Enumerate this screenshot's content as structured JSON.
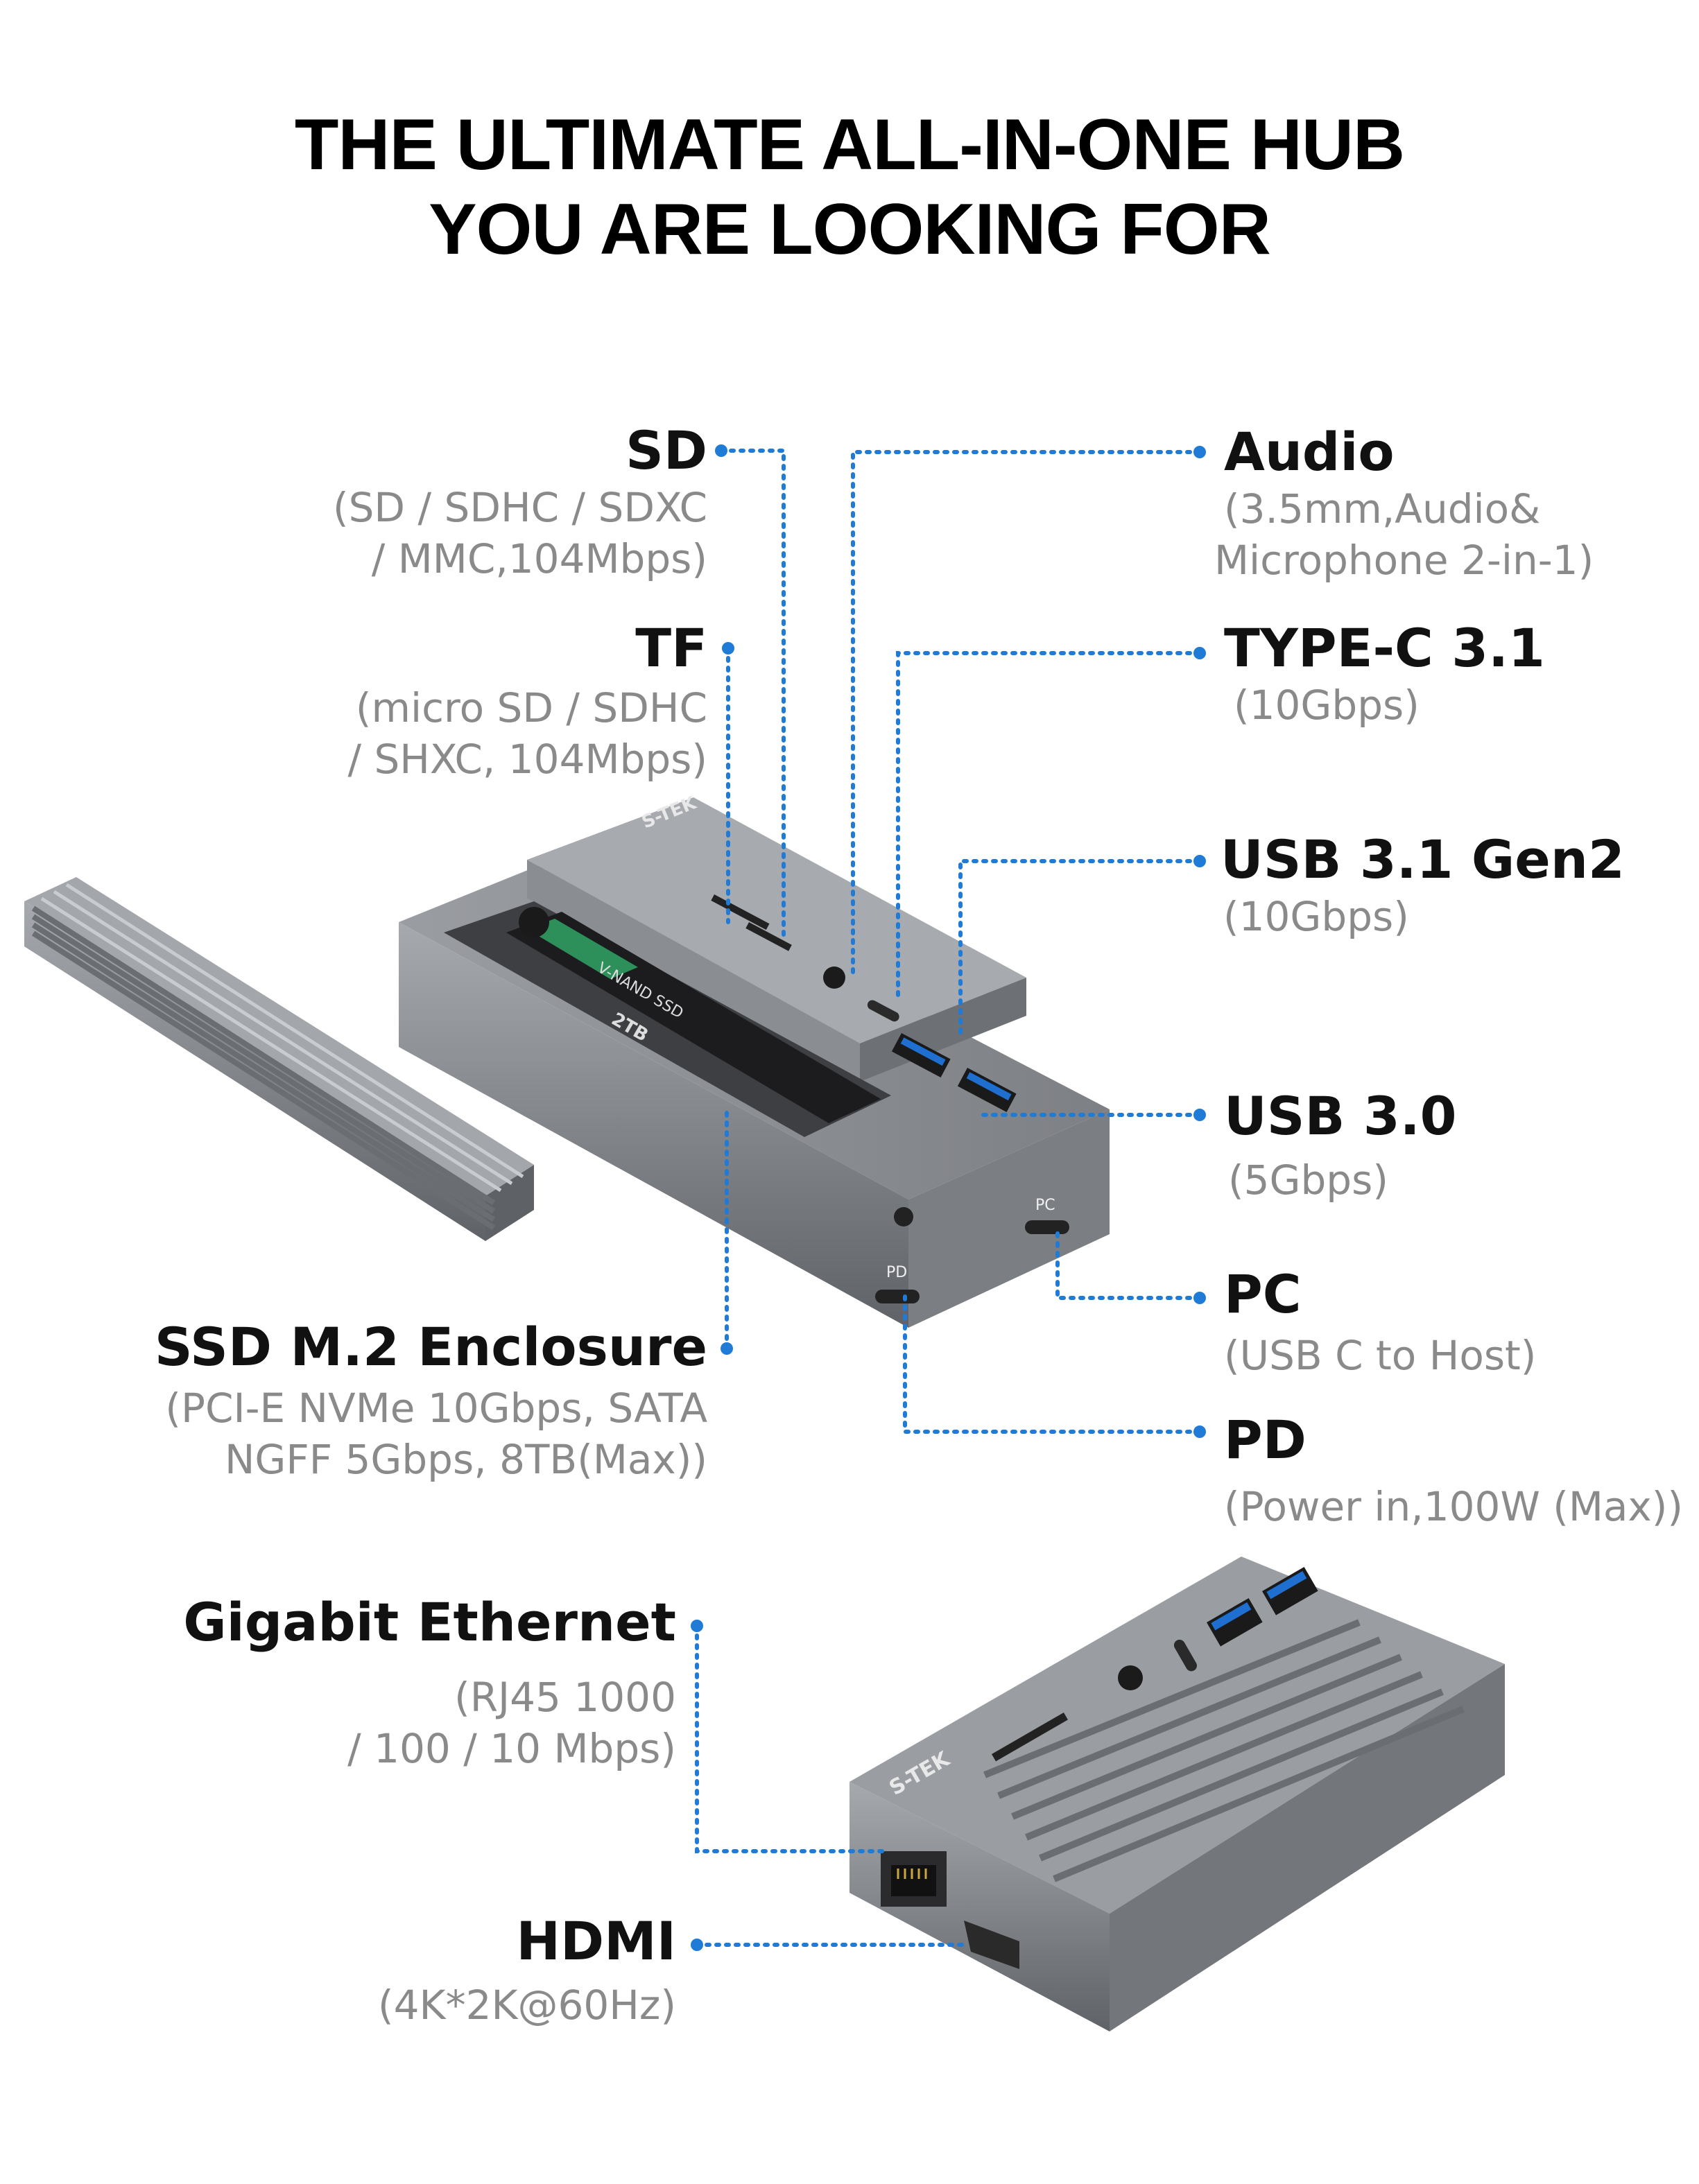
{
  "headline": {
    "line1": "THE ULTIMATE ALL-IN-ONE HUB",
    "line2": "YOU ARE LOOKING FOR"
  },
  "colors": {
    "leader": "#1f7bd6",
    "aluminum": "#8d9095",
    "title": "#111111",
    "subtitle": "#8a8a8a"
  },
  "callouts": {
    "sd": {
      "title": "SD",
      "line1": "(SD / SDHC / SDXC",
      "line2": "/ MMC,104Mbps)"
    },
    "tf": {
      "title": "TF",
      "line1": "(micro SD / SDHC",
      "line2": "/ SHXC, 104Mbps)"
    },
    "ssd": {
      "title": "SSD M.2 Enclosure",
      "line1": "(PCI-E NVMe 10Gbps, SATA",
      "line2": "NGFF 5Gbps, 8TB(Max))"
    },
    "audio": {
      "title": "Audio",
      "line1": "(3.5mm,Audio&",
      "line2": "Microphone 2-in-1)"
    },
    "typec": {
      "title": "TYPE-C 3.1",
      "line1": "(10Gbps)"
    },
    "usb31": {
      "title": "USB 3.1 Gen2",
      "line1": "(10Gbps)"
    },
    "usb30": {
      "title": "USB 3.0",
      "line1": "(5Gbps)"
    },
    "pc": {
      "title": "PC",
      "line1": "(USB C to Host)"
    },
    "pd": {
      "title": "PD",
      "line1": "(Power in,100W (Max))"
    },
    "ethernet": {
      "title": "Gigabit Ethernet",
      "line1": "(RJ45 1000",
      "line2": "/ 100 / 10 Mbps)"
    },
    "hdmi": {
      "title": "HDMI",
      "line1": "(4K*2K@60Hz)"
    }
  },
  "device": {
    "brand": "S-TEK",
    "ssd_label": "V-NAND SSD",
    "ssd_capacity": "2TB",
    "port_pc": "PC",
    "port_pd": "PD"
  }
}
